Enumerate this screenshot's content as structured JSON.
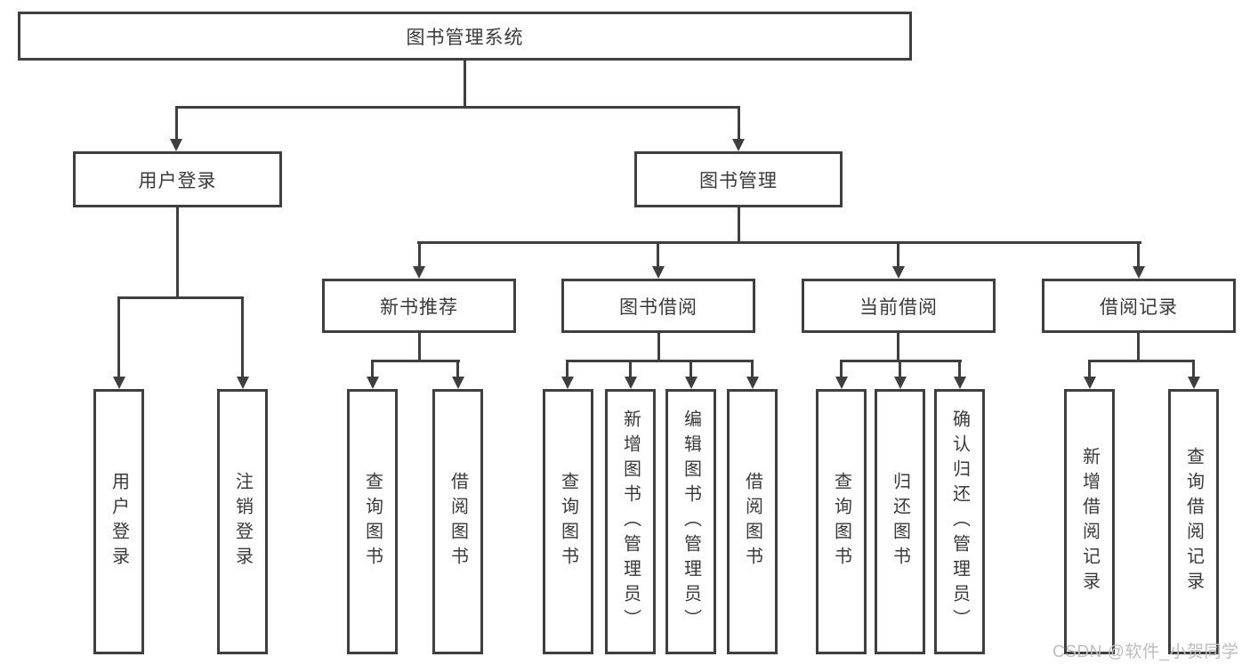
{
  "diagram": {
    "root": {
      "label": "图书管理系统"
    },
    "branches": [
      {
        "label": "用户登录",
        "children": [
          {
            "label": "用户登录"
          },
          {
            "label": "注销登录"
          }
        ]
      },
      {
        "label": "图书管理",
        "children": [
          {
            "label": "新书推荐",
            "children": [
              {
                "label": "查询图书"
              },
              {
                "label": "借阅图书"
              }
            ]
          },
          {
            "label": "图书借阅",
            "children": [
              {
                "label": "查询图书"
              },
              {
                "label": "新增图书（管理员）"
              },
              {
                "label": "编辑图书（管理员）"
              },
              {
                "label": "借阅图书"
              }
            ]
          },
          {
            "label": "当前借阅",
            "children": [
              {
                "label": "查询图书"
              },
              {
                "label": "归还图书"
              },
              {
                "label": "确认归还（管理员）"
              }
            ]
          },
          {
            "label": "借阅记录",
            "children": [
              {
                "label": "新增借阅记录"
              },
              {
                "label": "查询借阅记录"
              }
            ]
          }
        ]
      }
    ]
  },
  "watermark": "CSDN @软件_小贺同学",
  "colors": {
    "line": "#3f3f3f",
    "text": "#3a3a3a",
    "box_background": "#ffffff",
    "watermark": "#bdbdbd",
    "page_background": "#ffffff"
  }
}
